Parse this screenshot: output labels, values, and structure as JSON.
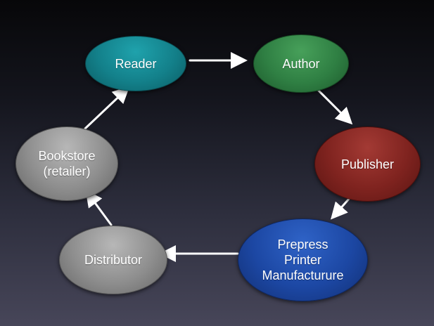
{
  "diagram": {
    "colors": {
      "reader": "#13808a",
      "author": "#2f7f43",
      "publisher": "#7f231f",
      "prepress": "#1c47a3",
      "distributor": "#8e8e8e",
      "bookstore": "#8e8e8e",
      "arrow": "#ffffff"
    },
    "nodes": {
      "reader": "Reader",
      "author": "Author",
      "publisher": "Publisher",
      "prepress": "Prepress\nPrinter\nManufacturure",
      "distributor": "Distributor",
      "bookstore": "Bookstore\n(retailer)"
    },
    "edges": [
      {
        "from": "reader",
        "to": "author"
      },
      {
        "from": "author",
        "to": "publisher"
      },
      {
        "from": "publisher",
        "to": "prepress"
      },
      {
        "from": "prepress",
        "to": "distributor"
      },
      {
        "from": "distributor",
        "to": "bookstore"
      },
      {
        "from": "bookstore",
        "to": "reader"
      }
    ]
  }
}
